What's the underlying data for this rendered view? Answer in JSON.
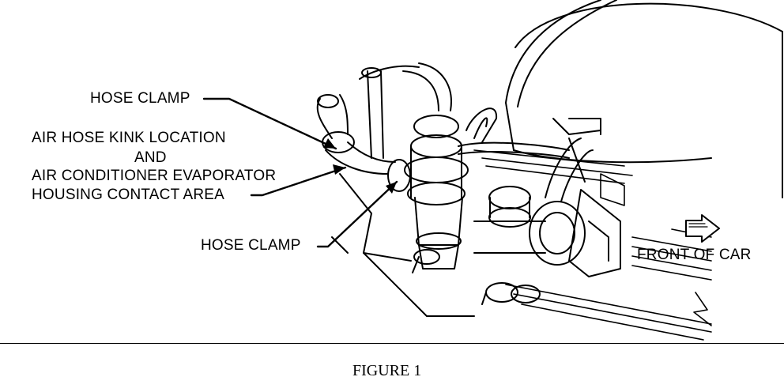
{
  "figure": {
    "caption": "FIGURE 1",
    "labels": {
      "hose_clamp_top": "HOSE CLAMP",
      "kink_line1": "AIR HOSE KINK LOCATION",
      "kink_line2": "AND",
      "kink_line3": "AIR CONDITIONER EVAPORATOR",
      "kink_line4": "HOUSING CONTACT AREA",
      "hose_clamp_bottom": "HOSE CLAMP",
      "front_of_car": "FRONT OF CAR"
    },
    "colors": {
      "ink": "#000000",
      "paper": "#ffffff"
    }
  }
}
